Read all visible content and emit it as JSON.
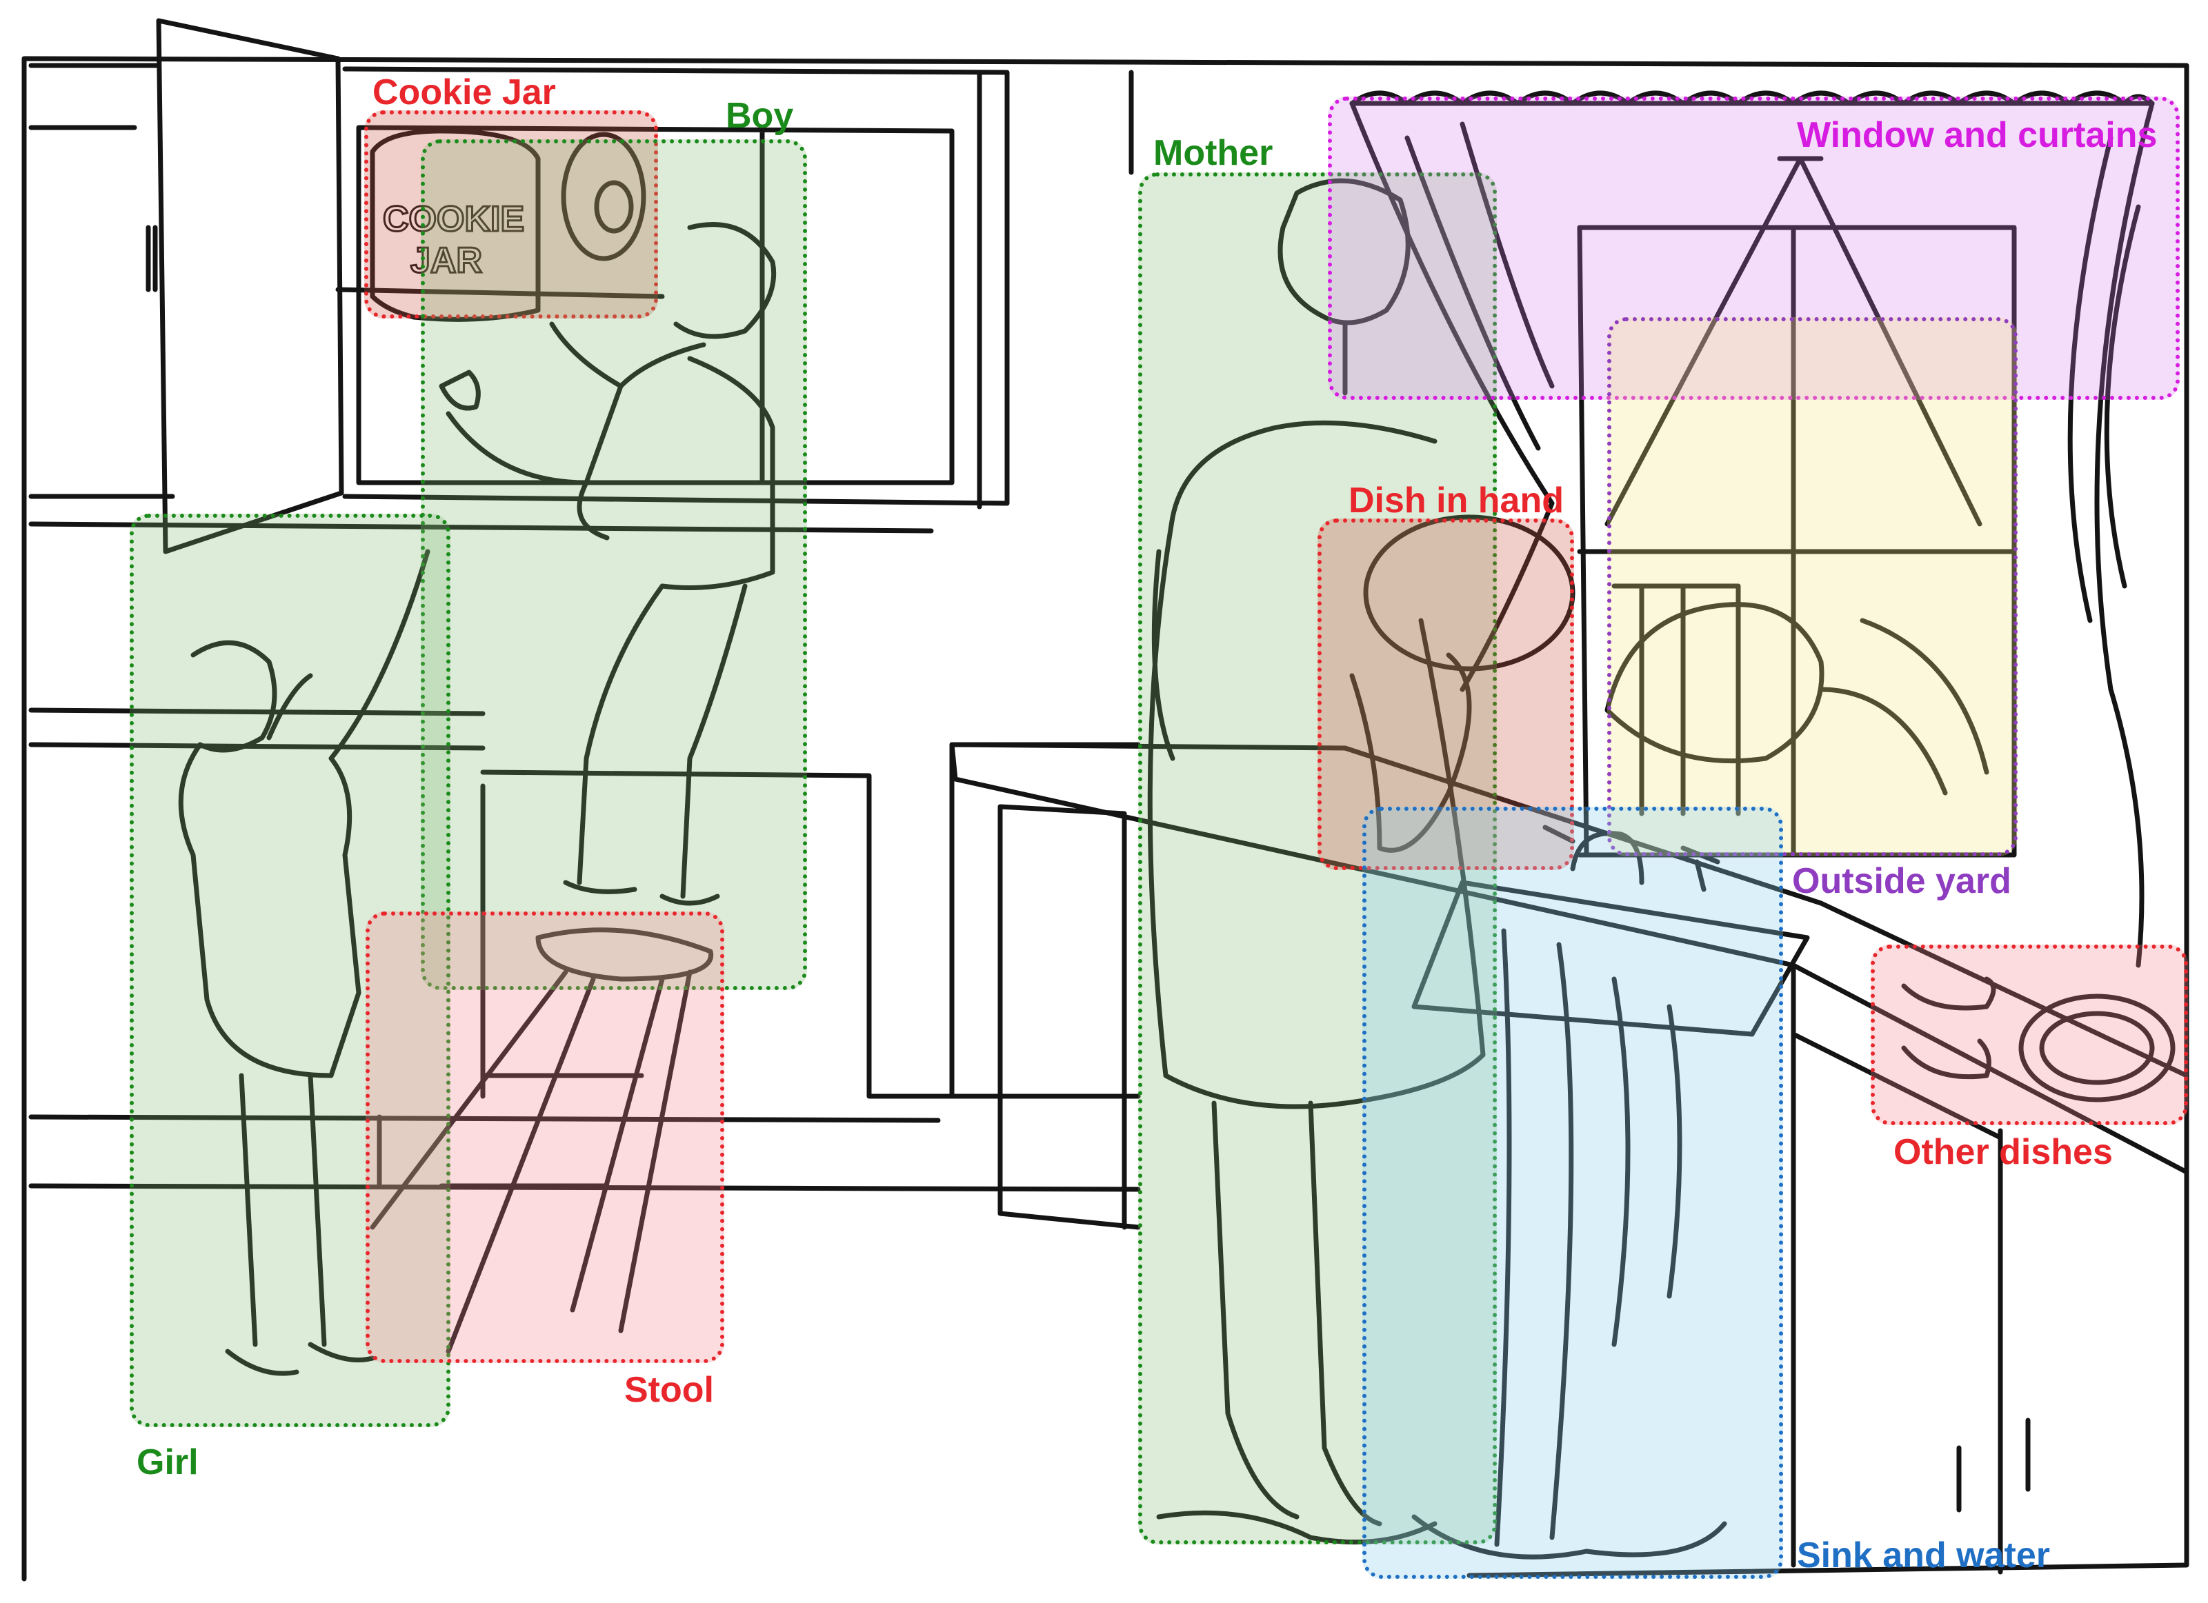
{
  "regions": {
    "cookie_jar": {
      "label": "Cookie Jar",
      "color": "#e8262b",
      "fill": "rgba(200,80,60,0.28)"
    },
    "boy": {
      "label": "Boy",
      "color": "#1a8a1a",
      "fill": "rgba(120,180,110,0.26)"
    },
    "mother": {
      "label": "Mother",
      "color": "#1a8a1a",
      "fill": "rgba(120,180,110,0.26)"
    },
    "window": {
      "label": "Window and curtains",
      "color": "#d61ce0",
      "fill": "rgba(210,120,235,0.25)"
    },
    "girl": {
      "label": "Girl",
      "color": "#1a8a1a",
      "fill": "rgba(120,180,110,0.26)"
    },
    "dish": {
      "label": "Dish in hand",
      "color": "#e8262b",
      "fill": "rgba(200,80,60,0.28)"
    },
    "yard": {
      "label": "Outside yard",
      "color": "#8e3cc0",
      "fill": "rgba(245,230,130,0.28)"
    },
    "stool": {
      "label": "Stool",
      "color": "#e8262b",
      "fill": "rgba(245,130,140,0.28)"
    },
    "other_dishes": {
      "label": "Other dishes",
      "color": "#e8262b",
      "fill": "rgba(245,130,140,0.28)"
    },
    "sink": {
      "label": "Sink and water",
      "color": "#1f6fc4",
      "fill": "rgba(140,205,240,0.30)"
    }
  },
  "cookie_jar_text": {
    "line1": "COOKIE",
    "line2": "JAR"
  }
}
